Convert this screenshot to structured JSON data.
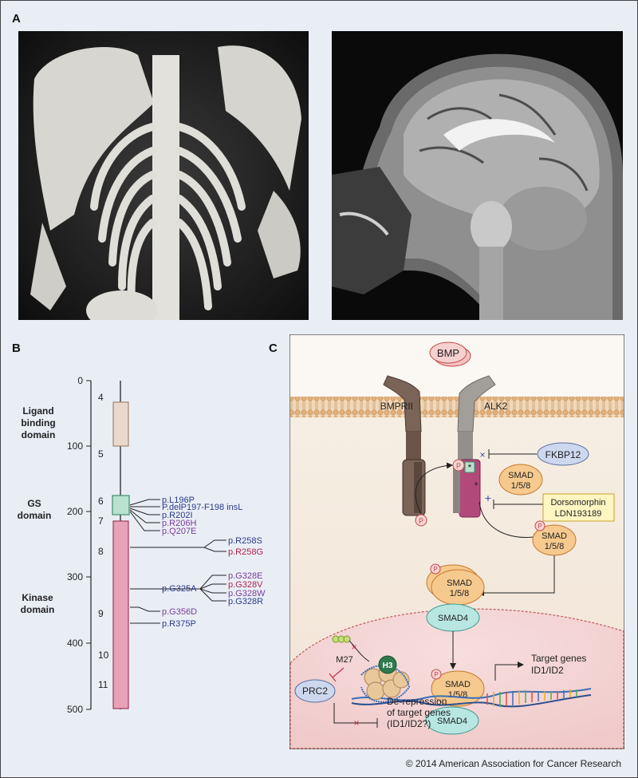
{
  "panels": {
    "a": "A",
    "b": "B",
    "c": "C"
  },
  "gene_map": {
    "axis_ticks": [
      "0",
      "100",
      "200",
      "300",
      "400",
      "500"
    ],
    "exons": [
      "4",
      "5",
      "6",
      "7",
      "8",
      "9",
      "10",
      "11"
    ],
    "domains": [
      {
        "lines": [
          "Ligand",
          "binding",
          "domain"
        ]
      },
      {
        "lines": [
          "GS",
          "domain"
        ]
      },
      {
        "lines": [
          "Kinase",
          "domain"
        ]
      }
    ],
    "mutations": [
      {
        "label": "p.L196P",
        "color": "#2b3a8c"
      },
      {
        "label": "P.delP197-F198 insL",
        "color": "#2b3a8c"
      },
      {
        "label": "p.R202I",
        "color": "#2b3a8c"
      },
      {
        "label": "p.R206H",
        "color": "#7a3d9c"
      },
      {
        "label": "p.Q207E",
        "color": "#7a3d9c"
      },
      {
        "label": "p.R258S",
        "color": "#2b3a8c"
      },
      {
        "label": "p.R258G",
        "color": "#b0204a"
      },
      {
        "label": "p.G325A",
        "color": "#2b3a8c"
      },
      {
        "label": "p.G328E",
        "color": "#7a3d9c"
      },
      {
        "label": "p.G328V",
        "color": "#b0204a"
      },
      {
        "label": "p.G328W",
        "color": "#7a3d9c"
      },
      {
        "label": "p.G328R",
        "color": "#2b3a8c"
      },
      {
        "label": "p.G356D",
        "color": "#7a3d9c"
      },
      {
        "label": "p.R375P",
        "color": "#2b3a8c"
      }
    ],
    "colors": {
      "ligand": "#e9d9cc",
      "gs": "#b8e2cf",
      "kinase": "#e7a2b8"
    }
  },
  "pathway": {
    "bmp": "BMP",
    "bmprii": "BMPRII",
    "alk2": "ALK2",
    "fkbp12": "FKBP12",
    "smad158": [
      "SMAD",
      "1/5/8"
    ],
    "smad4": "SMAD4",
    "inhibitor": [
      "Dorsomorphin",
      "LDN193189"
    ],
    "p": "P",
    "star": "*",
    "m27": "M27",
    "h3": "H3",
    "prc2": "PRC2",
    "target_genes": [
      "Target genes",
      "ID1/ID2"
    ],
    "derepression": [
      "De-repression",
      "of target genes",
      "(ID1/ID2?)"
    ]
  },
  "copyright": "© 2014 American Association for Cancer Research"
}
